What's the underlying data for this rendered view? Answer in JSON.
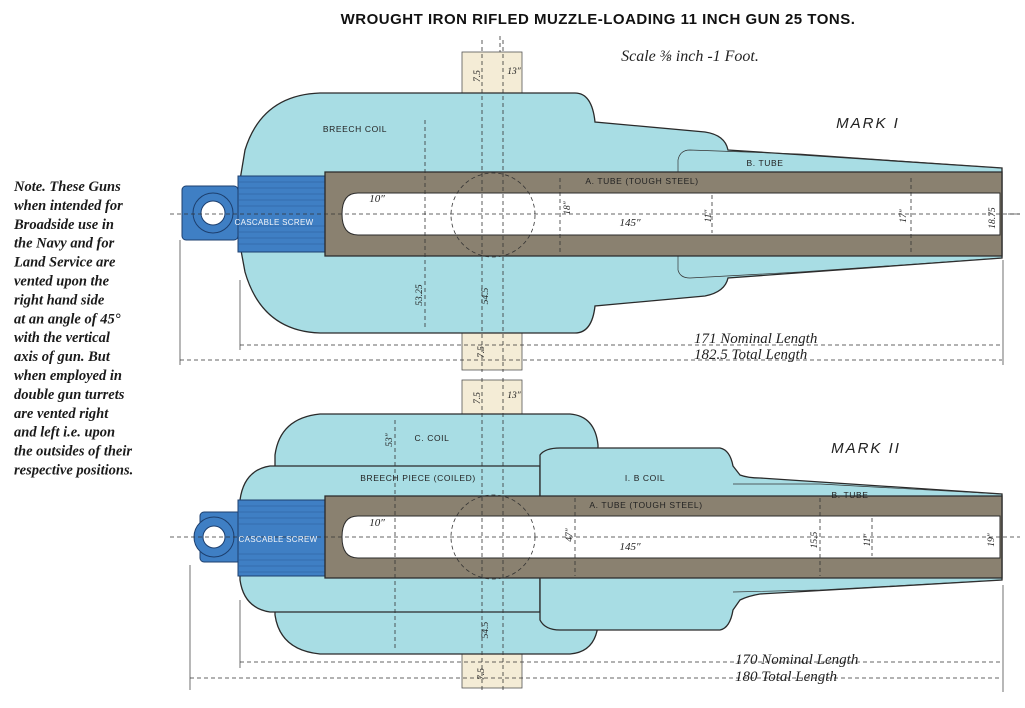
{
  "title": "WROUGHT IRON RIFLED MUZZLE-LOADING 11 INCH GUN 25 TONS.",
  "scale": "Scale ⅜ inch -1 Foot.",
  "note_lines": [
    "Note. These Guns",
    "when intended for",
    "Broadside use in",
    "the Navy and for",
    "Land Service are",
    "vented upon the",
    "right hand side",
    "at an angle of 45°",
    "with the vertical",
    "axis of gun. But",
    "when employed in",
    "double gun turrets",
    "are vented right",
    "and left i.e. upon",
    "the outsides of their",
    "respective positions."
  ],
  "mark1": {
    "label": "MARK I",
    "breech_coil": "BREECH COIL",
    "b_tube": "B. TUBE",
    "a_tube": "A. TUBE  (TOUGH STEEL)",
    "cascabel": "CASCABLE SCREW",
    "dims": {
      "trunnion_len": "13″",
      "trunnion_dia": "7.5",
      "trunnion_dia_bottom": "7.5",
      "chamber": "10″",
      "bore_len": "145″",
      "d_breech": "18″",
      "d_mid": "11″",
      "d_fore": "17″",
      "d_muzzle": "18.75",
      "d_coil": "53.25",
      "d_trunnion": "54.5"
    },
    "nominal_length": "171 Nominal Length",
    "total_length": "182.5 Total Length"
  },
  "mark2": {
    "label": "MARK II",
    "c_coil": "C. COIL",
    "breech_piece": "BREECH  PIECE  (COILED)",
    "ib_coil": "I. B COIL",
    "b_tube": "B. TUBE",
    "a_tube": "A. TUBE (TOUGH STEEL)",
    "cascabel": "CASCABLE SCREW",
    "dims": {
      "trunnion_len": "13″",
      "trunnion_dia": "7.5",
      "trunnion_dia_bottom": "7.5",
      "chamber": "10″",
      "bore_len": "145″",
      "d_breech": "47″",
      "d_mid": "15.5",
      "d_fore": "11″",
      "d_muzzle": "19″",
      "d_coil": "53″",
      "d_trunnion": "54.5"
    },
    "nominal_length": "170 Nominal Length",
    "total_length": "180 Total Length"
  },
  "colors": {
    "coil": "#a8dde4",
    "steel": "#8a8170",
    "cascabel": "#3f7fc4"
  }
}
